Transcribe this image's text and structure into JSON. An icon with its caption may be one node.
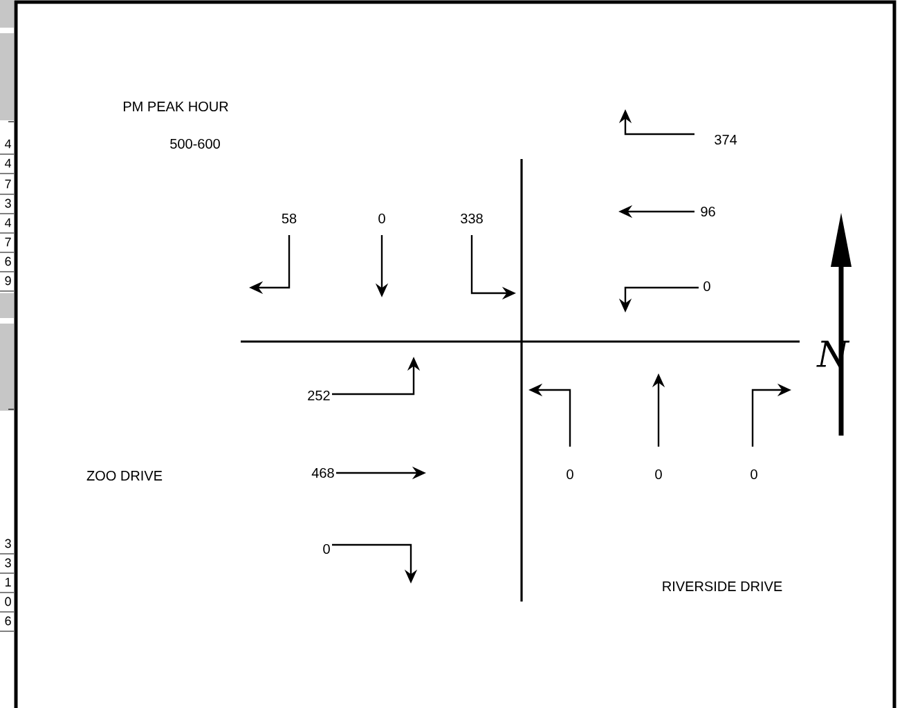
{
  "diagram": {
    "labels": [
      "PM PEAK HOUR",
      "374",
      "500-600",
      "58",
      "0",
      "338",
      "96",
      "0",
      "N",
      "252",
      "ZOO DRIVE",
      "468",
      "0",
      "0",
      "0",
      "0",
      "RIVERSIDE DRIVE",
      "4",
      "4",
      "7",
      "3",
      "4",
      "7",
      "6",
      "9",
      "3",
      "3",
      "1",
      "0",
      "6"
    ]
  }
}
